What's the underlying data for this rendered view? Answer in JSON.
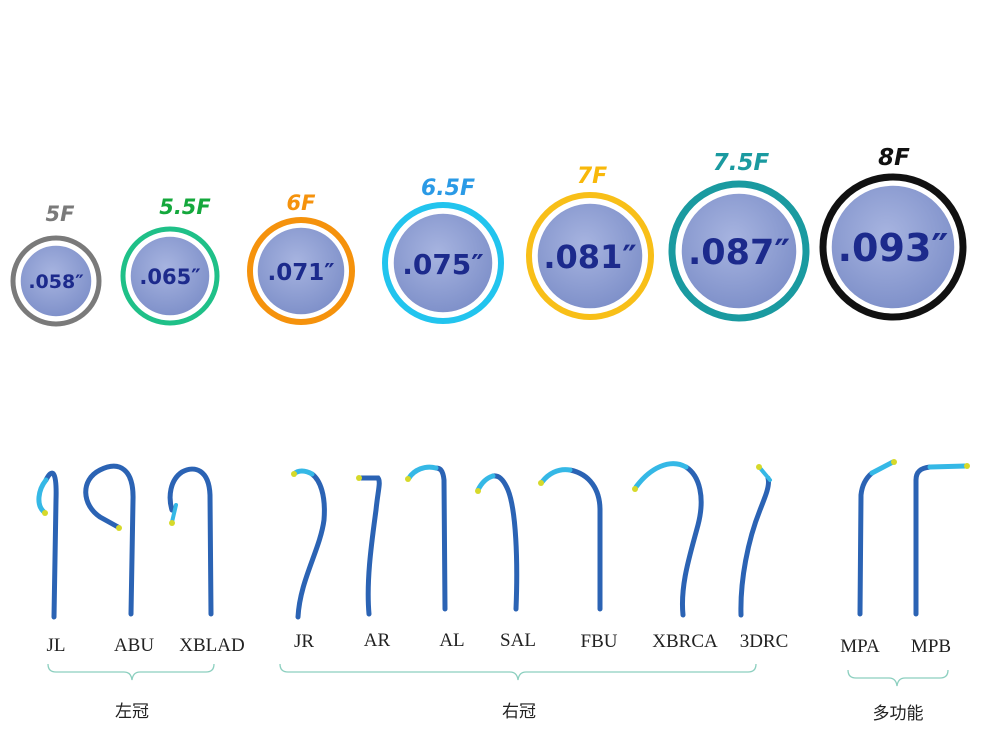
{
  "sizes": [
    {
      "french": "5F",
      "inch": ".058″",
      "ring_color": "#7a7a7a",
      "label_color": "#7a7a7a"
    },
    {
      "french": "5.5F",
      "inch": ".065″",
      "ring_color": "#1fc088",
      "label_color": "#14a83c"
    },
    {
      "french": "6F",
      "inch": ".071″",
      "ring_color": "#f5920c",
      "label_color": "#f5920c"
    },
    {
      "french": "6.5F",
      "inch": ".075″",
      "ring_color": "#22c4ee",
      "label_color": "#2a9ae6"
    },
    {
      "french": "7F",
      "inch": ".081″",
      "ring_color": "#f8bf18",
      "label_color": "#f8b80a"
    },
    {
      "french": "7.5F",
      "inch": ".087″",
      "ring_color": "#1a9aa0",
      "label_color": "#1a9aa0"
    },
    {
      "french": "8F",
      "inch": ".093″",
      "ring_color": "#111111",
      "label_color": "#111111"
    }
  ],
  "catheters": [
    {
      "name": "JL"
    },
    {
      "name": "ABU"
    },
    {
      "name": "XBLAD"
    },
    {
      "name": "JR"
    },
    {
      "name": "AR"
    },
    {
      "name": "AL"
    },
    {
      "name": "SAL"
    },
    {
      "name": "FBU"
    },
    {
      "name": "XBRCA"
    },
    {
      "name": "3DRC"
    },
    {
      "name": "MPA"
    },
    {
      "name": "MPB"
    }
  ],
  "groups": [
    {
      "label": "左冠"
    },
    {
      "label": "右冠"
    },
    {
      "label": "多功能"
    }
  ],
  "colors": {
    "circle_fill": "#8e9ed2",
    "catheter_body": "#2b63b4",
    "catheter_tip": "#35b8e6",
    "tip_end": "#d6d92a",
    "bracket": "#8ccfbf"
  }
}
